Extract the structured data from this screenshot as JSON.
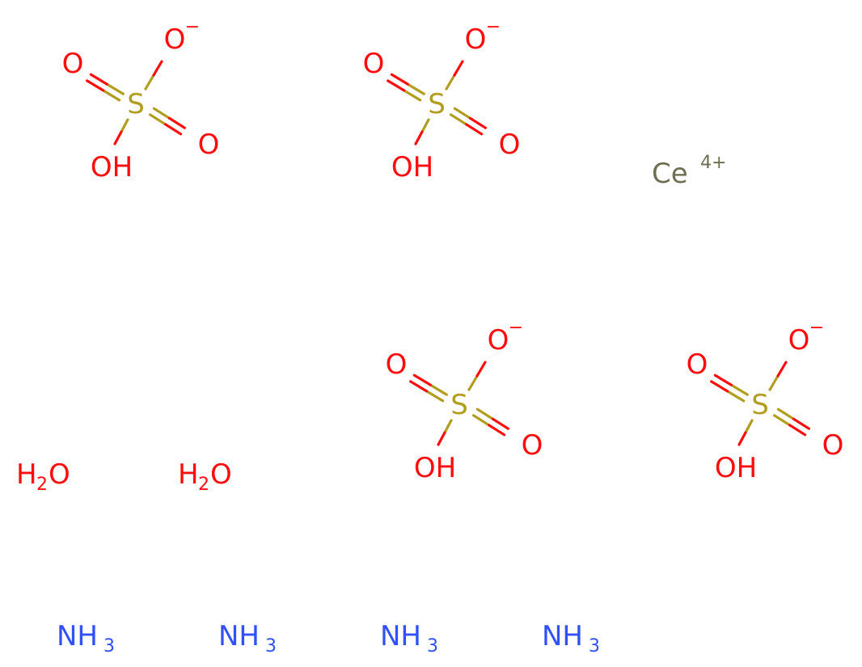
{
  "colors": {
    "oxygen": "#ff0d0d",
    "sulfur": "#b29d1f",
    "nitrogen": "#3050f8",
    "cerium": "#6e6e50",
    "background": "#ffffff"
  },
  "labels": {
    "oxygen": "O",
    "sulfur": "S",
    "hydroxyl": "OH",
    "minus": "−",
    "cerium": "Ce",
    "cerium_charge": "4+",
    "water_h": "H",
    "water_sub": "2",
    "water_o": "O",
    "ammonia_n": "NH",
    "ammonia_sub": "3"
  },
  "molecules": {
    "sulfate_count": 4,
    "water_count": 2,
    "ammonia_count": 4,
    "cerium_count": 1
  }
}
